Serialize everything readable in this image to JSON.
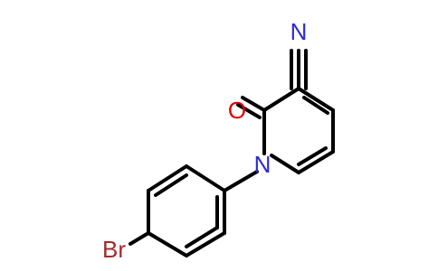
{
  "molecule": {
    "atoms": {
      "nitrile_n": {
        "symbol": "N",
        "color": "#2b2bd6"
      },
      "carbonyl_o": {
        "symbol": "O",
        "color": "#e00000"
      },
      "ring_n": {
        "symbol": "N",
        "color": "#2b2bd6"
      },
      "bromine": {
        "symbol": "Br",
        "color": "#a52a2a"
      }
    },
    "bond_color": "#000000",
    "background": "#ffffff"
  }
}
